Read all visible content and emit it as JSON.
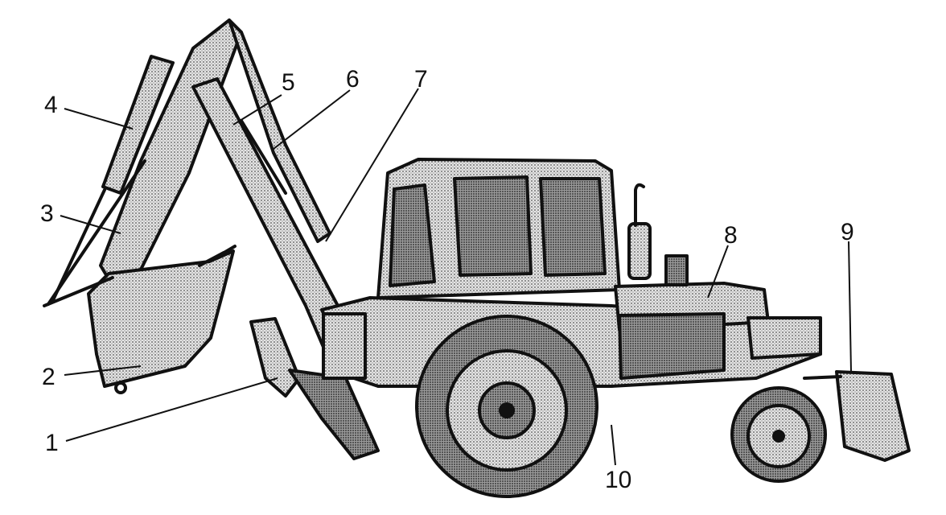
{
  "labels": [
    "1",
    "2",
    "3",
    "4",
    "5",
    "6",
    "7",
    "8",
    "9",
    "10"
  ],
  "colors": {
    "ink": "#111111",
    "fill_light": "#d9d9d9",
    "fill_mid": "#a8a8a8",
    "fill_dark": "#5a5a5a",
    "paper": "#ffffff"
  }
}
